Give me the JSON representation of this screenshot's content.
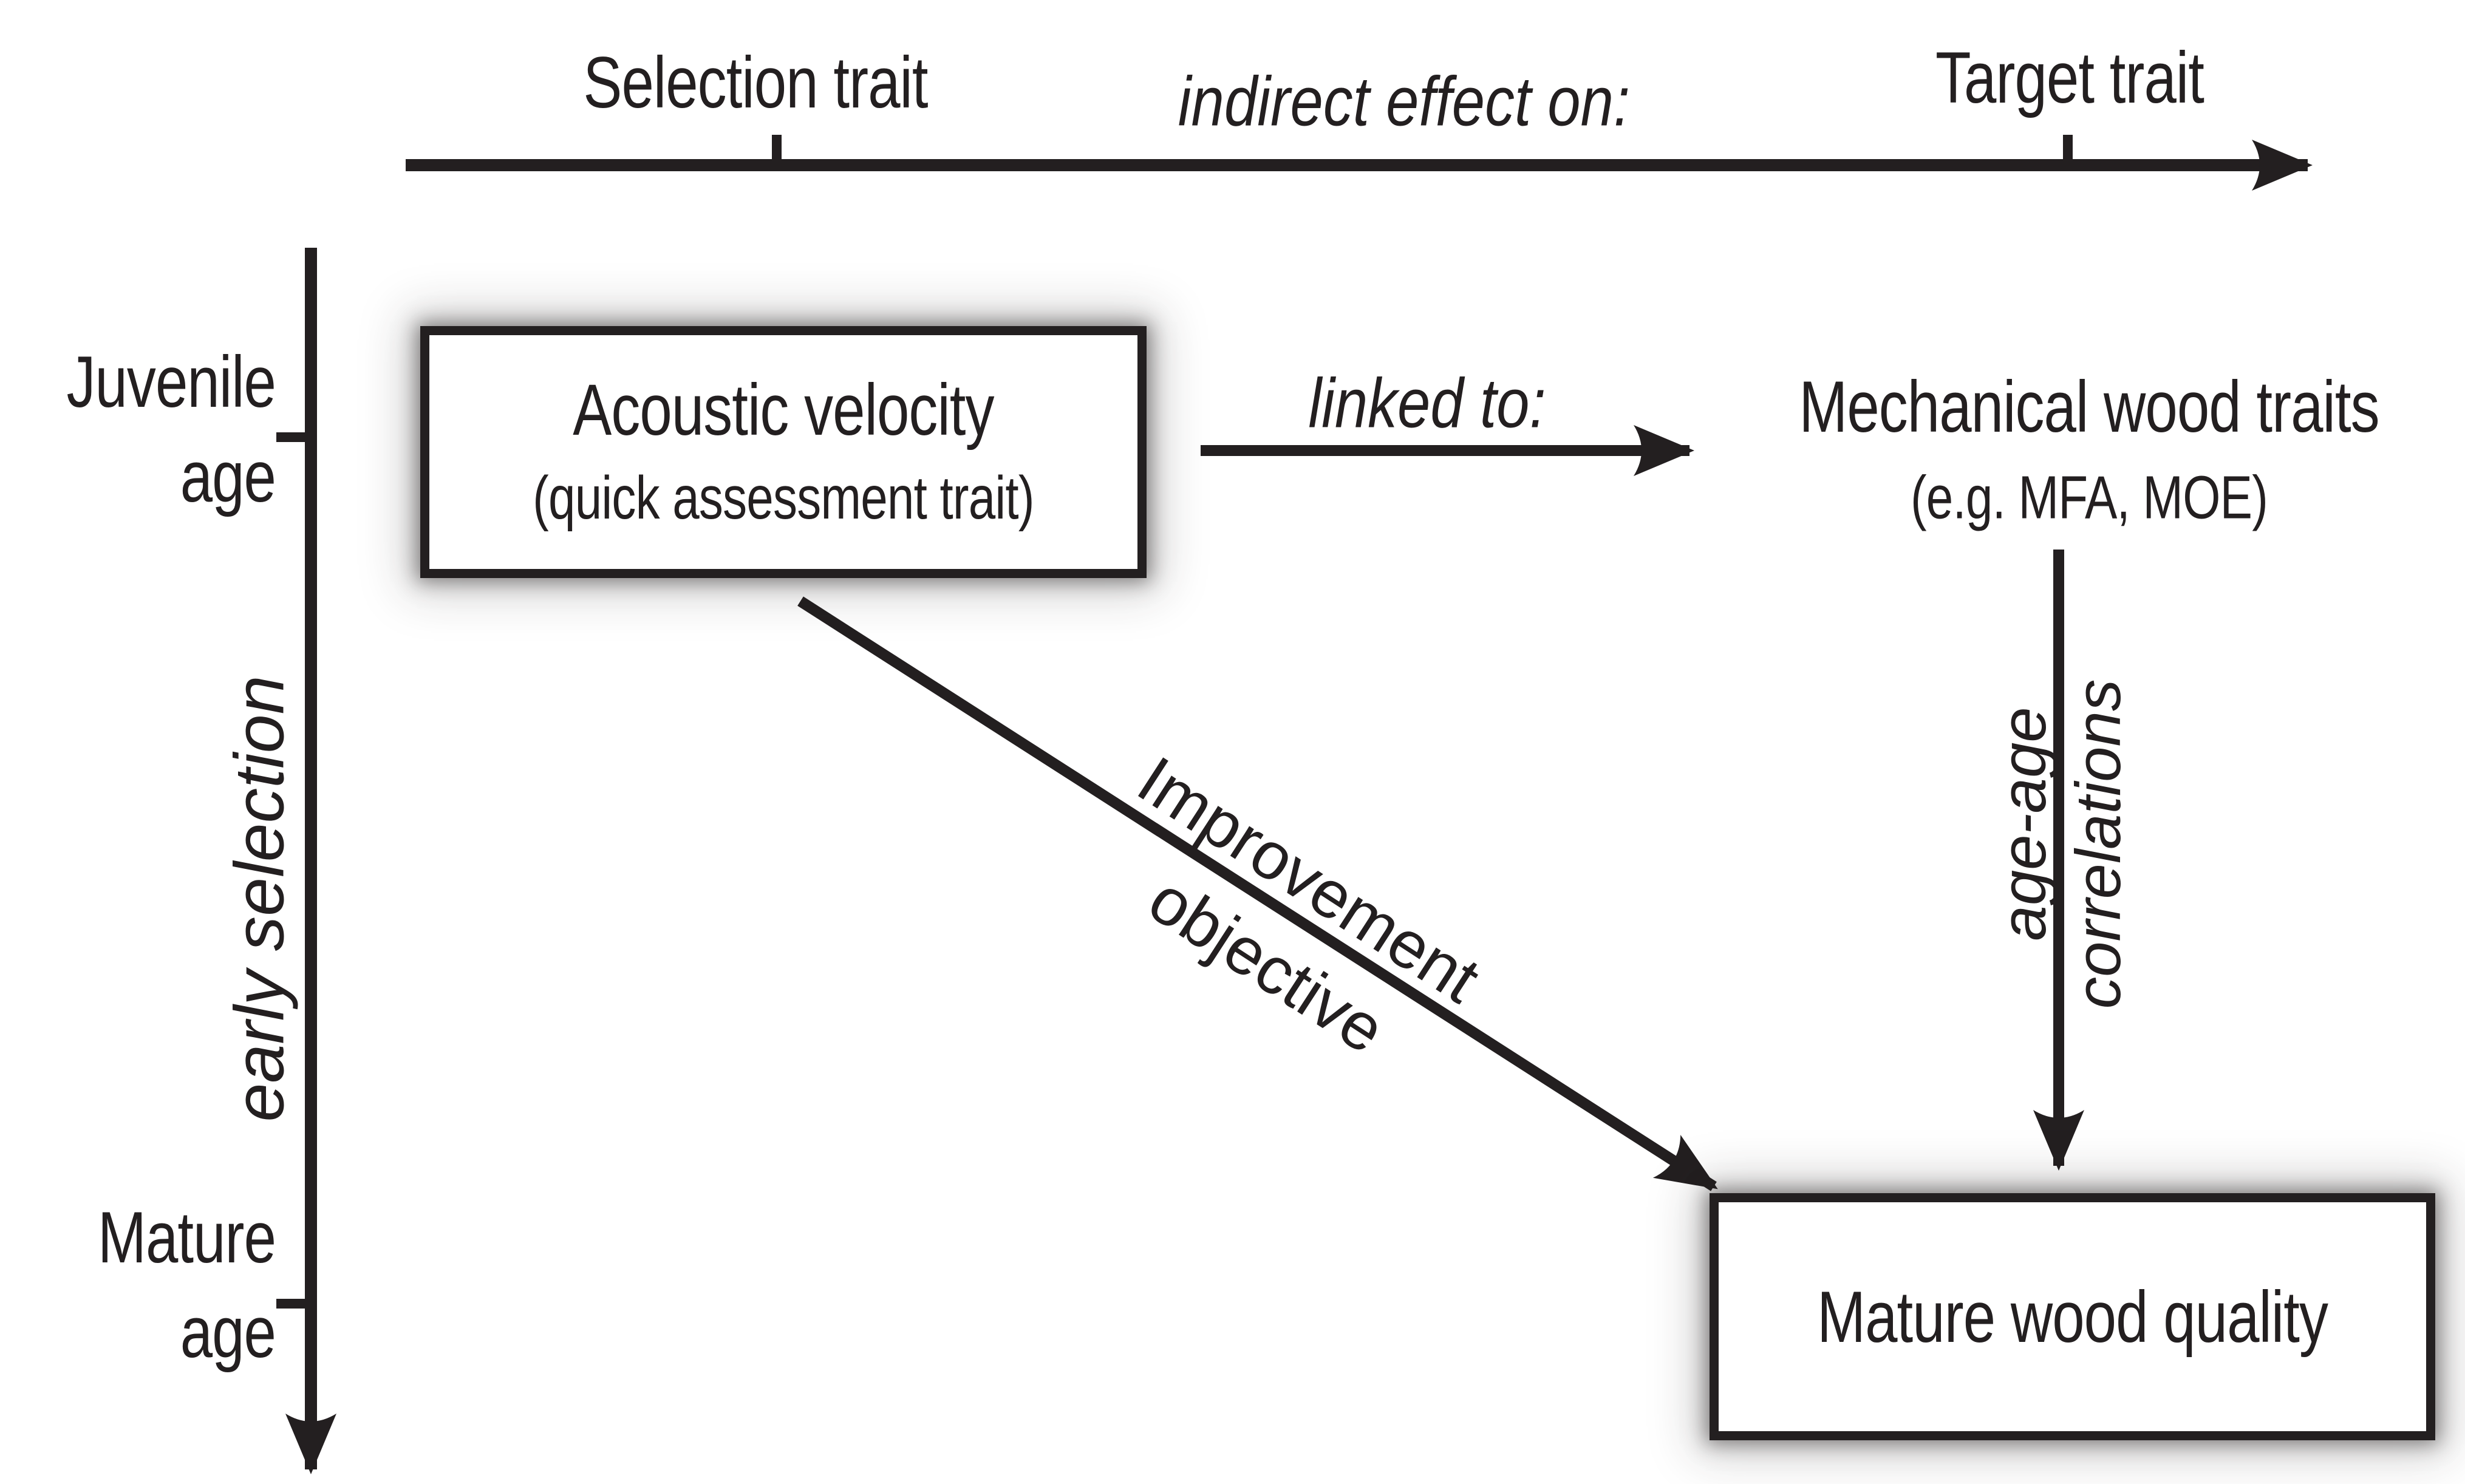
{
  "figure": {
    "background": "#ffffff",
    "ink": "#231f20"
  },
  "timeline": {
    "selection_label": "Selection trait",
    "relation_label": "indirect effect on:",
    "target_label": "Target trait"
  },
  "age_axis": {
    "juvenile_line1": "Juvenile",
    "juvenile_line2": "age",
    "mature_line1": "Mature",
    "mature_line2": "age",
    "along_label": "early selection"
  },
  "nodes": {
    "acoustic_velocity": {
      "title": "Acoustic velocity",
      "subtitle": "(quick assessment trait)"
    },
    "mechanical_wood_traits": {
      "title": "Mechanical wood traits",
      "subtitle": "(e.g. MFA, MOE)"
    },
    "mature_wood_quality": {
      "title": "Mature wood quality"
    }
  },
  "edges": {
    "linked_to_label": "linked to:",
    "improvement_line1": "Improvement",
    "improvement_line2": "objective",
    "age_age_line1": "age-age",
    "age_age_line2": "correlations"
  }
}
